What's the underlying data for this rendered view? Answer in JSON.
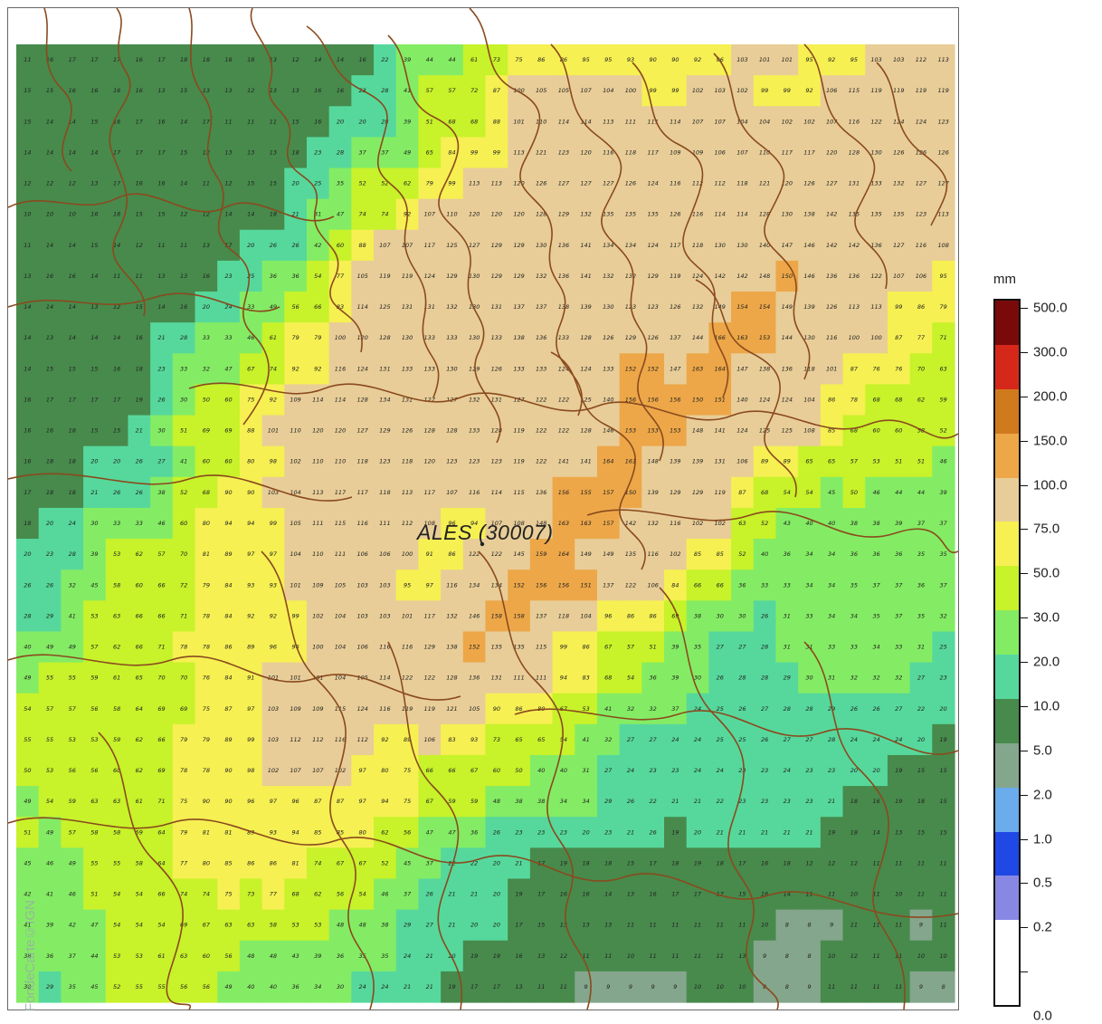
{
  "map": {
    "station_label": "ALES (30007)",
    "watermark": "FondeCarte©IGN"
  },
  "legend": {
    "unit": "mm",
    "classes": [
      {
        "label": "500.0",
        "color": "#7a0a0a"
      },
      {
        "label": "300.0",
        "color": "#d6281a"
      },
      {
        "label": "200.0",
        "color": "#d07a1e"
      },
      {
        "label": "150.0",
        "color": "#eda748"
      },
      {
        "label": "100.0",
        "color": "#e8cd98"
      },
      {
        "label": "75.0",
        "color": "#f6f052"
      },
      {
        "label": "50.0",
        "color": "#c8f22a"
      },
      {
        "label": "30.0",
        "color": "#84ec64"
      },
      {
        "label": "20.0",
        "color": "#56d89c"
      },
      {
        "label": "10.0",
        "color": "#478a4c"
      },
      {
        "label": "5.0",
        "color": "#84a68c"
      },
      {
        "label": "2.0",
        "color": "#6aacec"
      },
      {
        "label": "1.0",
        "color": "#1f48e4"
      },
      {
        "label": "0.5",
        "color": "#8888e4"
      },
      {
        "label": "0.2",
        "color": "#ffffff"
      },
      {
        "label": "0.0",
        "color": "#ffffff"
      }
    ]
  },
  "grid_rows": [
    [
      11,
      16,
      17,
      17,
      17,
      16,
      17,
      18,
      18,
      18,
      18,
      13,
      12,
      14,
      14,
      16,
      22,
      39,
      44,
      44,
      61,
      73,
      75,
      86,
      86,
      95,
      95,
      93,
      90,
      90,
      92,
      96,
      103,
      101,
      101,
      95,
      92,
      95,
      103,
      103,
      112,
      113
    ],
    [
      15,
      15,
      16,
      16,
      16,
      16,
      13,
      15,
      13,
      13,
      12,
      13,
      13,
      16,
      16,
      23,
      28,
      41,
      57,
      57,
      72,
      87,
      100,
      105,
      105,
      107,
      104,
      100,
      99,
      99,
      102,
      103,
      102,
      99,
      99,
      92,
      106,
      115,
      119,
      119,
      119,
      119
    ],
    [
      15,
      14,
      14,
      15,
      16,
      17,
      16,
      14,
      17,
      11,
      11,
      11,
      15,
      16,
      20,
      20,
      28,
      39,
      51,
      68,
      68,
      88,
      101,
      110,
      114,
      114,
      113,
      111,
      111,
      114,
      107,
      107,
      104,
      104,
      102,
      102,
      107,
      116,
      122,
      124,
      124,
      123
    ],
    [
      14,
      14,
      14,
      14,
      17,
      17,
      17,
      15,
      12,
      13,
      13,
      13,
      18,
      23,
      28,
      37,
      37,
      49,
      65,
      84,
      99,
      99,
      113,
      121,
      123,
      120,
      116,
      118,
      117,
      109,
      109,
      106,
      107,
      110,
      117,
      117,
      120,
      128,
      130,
      126,
      126,
      126
    ],
    [
      12,
      12,
      12,
      13,
      17,
      16,
      16,
      14,
      11,
      12,
      15,
      15,
      20,
      25,
      35,
      52,
      52,
      62,
      79,
      99,
      113,
      113,
      120,
      126,
      127,
      127,
      127,
      126,
      124,
      116,
      112,
      112,
      118,
      121,
      120,
      126,
      127,
      131,
      133,
      132,
      127,
      127
    ],
    [
      10,
      10,
      10,
      16,
      18,
      15,
      15,
      12,
      12,
      14,
      14,
      18,
      21,
      31,
      47,
      74,
      74,
      92,
      107,
      110,
      120,
      120,
      120,
      128,
      129,
      132,
      135,
      135,
      135,
      126,
      116,
      114,
      114,
      128,
      130,
      138,
      142,
      135,
      135,
      135,
      123,
      113
    ],
    [
      11,
      14,
      14,
      15,
      14,
      12,
      11,
      11,
      13,
      17,
      20,
      26,
      26,
      42,
      60,
      88,
      107,
      107,
      117,
      125,
      127,
      129,
      129,
      130,
      136,
      141,
      134,
      134,
      124,
      117,
      118,
      130,
      130,
      140,
      147,
      146,
      142,
      142,
      136,
      127,
      116,
      108
    ],
    [
      13,
      16,
      16,
      14,
      11,
      11,
      13,
      13,
      16,
      23,
      25,
      36,
      36,
      54,
      77,
      105,
      119,
      119,
      124,
      129,
      130,
      129,
      129,
      132,
      136,
      141,
      132,
      132,
      129,
      119,
      124,
      142,
      142,
      148,
      150,
      146,
      136,
      136,
      122,
      107,
      106,
      95
    ],
    [
      14,
      14,
      14,
      13,
      12,
      15,
      14,
      16,
      20,
      24,
      33,
      49,
      56,
      66,
      83,
      114,
      125,
      131,
      131,
      132,
      130,
      131,
      137,
      137,
      138,
      139,
      130,
      123,
      123,
      126,
      132,
      149,
      154,
      154,
      149,
      139,
      126,
      113,
      113,
      99,
      86,
      79
    ],
    [
      14,
      13,
      14,
      14,
      14,
      16,
      21,
      28,
      33,
      33,
      46,
      61,
      79,
      79,
      100,
      120,
      128,
      130,
      133,
      133,
      130,
      133,
      138,
      136,
      133,
      128,
      126,
      129,
      126,
      137,
      144,
      166,
      163,
      153,
      144,
      130,
      116,
      100,
      100,
      87,
      77,
      71
    ],
    [
      14,
      15,
      15,
      15,
      16,
      18,
      23,
      33,
      32,
      47,
      67,
      74,
      92,
      92,
      116,
      124,
      131,
      133,
      133,
      130,
      129,
      126,
      133,
      133,
      124,
      124,
      133,
      152,
      152,
      147,
      163,
      164,
      147,
      138,
      136,
      118,
      101,
      87,
      76,
      76,
      70,
      63
    ],
    [
      16,
      17,
      17,
      17,
      17,
      19,
      26,
      30,
      50,
      60,
      75,
      92,
      109,
      114,
      114,
      128,
      134,
      131,
      127,
      127,
      132,
      131,
      127,
      122,
      122,
      125,
      140,
      156,
      156,
      156,
      150,
      151,
      140,
      124,
      124,
      104,
      86,
      78,
      68,
      68,
      62,
      59
    ],
    [
      16,
      16,
      18,
      15,
      15,
      21,
      30,
      51,
      69,
      69,
      88,
      101,
      110,
      120,
      120,
      127,
      129,
      126,
      128,
      128,
      133,
      128,
      119,
      122,
      122,
      128,
      146,
      153,
      153,
      153,
      148,
      141,
      124,
      125,
      125,
      108,
      85,
      68,
      60,
      60,
      58,
      52
    ],
    [
      16,
      18,
      18,
      20,
      20,
      26,
      27,
      41,
      60,
      60,
      80,
      98,
      102,
      110,
      110,
      118,
      123,
      118,
      120,
      123,
      123,
      123,
      119,
      122,
      141,
      141,
      164,
      161,
      148,
      139,
      139,
      131,
      106,
      89,
      89,
      65,
      65,
      57,
      53,
      51,
      51,
      46
    ],
    [
      17,
      18,
      18,
      21,
      26,
      26,
      38,
      52,
      68,
      90,
      90,
      103,
      104,
      113,
      117,
      117,
      118,
      113,
      117,
      107,
      116,
      114,
      115,
      136,
      156,
      155,
      157,
      150,
      139,
      129,
      129,
      119,
      87,
      68,
      54,
      54,
      45,
      50,
      46,
      44,
      44,
      39
    ],
    [
      18,
      20,
      24,
      30,
      33,
      33,
      46,
      60,
      80,
      94,
      94,
      99,
      105,
      111,
      115,
      116,
      111,
      112,
      108,
      96,
      94,
      107,
      108,
      148,
      163,
      163,
      157,
      142,
      132,
      116,
      102,
      102,
      63,
      52,
      43,
      40,
      40,
      38,
      38,
      39,
      37,
      37
    ],
    [
      20,
      23,
      28,
      39,
      53,
      62,
      57,
      70,
      81,
      89,
      97,
      97,
      104,
      110,
      111,
      106,
      106,
      100,
      91,
      86,
      122,
      122,
      145,
      159,
      164,
      149,
      149,
      135,
      116,
      102,
      85,
      85,
      52,
      40,
      36,
      34,
      34,
      36,
      36,
      36,
      35,
      35
    ],
    [
      26,
      26,
      32,
      45,
      58,
      60,
      66,
      72,
      79,
      84,
      93,
      93,
      101,
      109,
      105,
      103,
      103,
      95,
      97,
      116,
      134,
      134,
      152,
      156,
      156,
      151,
      137,
      122,
      106,
      84,
      66,
      66,
      36,
      33,
      33,
      34,
      34,
      35,
      37,
      37,
      36,
      37
    ],
    [
      28,
      29,
      41,
      53,
      63,
      66,
      66,
      71,
      78,
      84,
      92,
      92,
      99,
      102,
      104,
      103,
      103,
      101,
      117,
      132,
      146,
      158,
      158,
      137,
      118,
      104,
      96,
      86,
      86,
      69,
      38,
      30,
      30,
      26,
      31,
      33,
      34,
      34,
      35,
      37,
      35,
      32
    ],
    [
      40,
      49,
      49,
      57,
      62,
      66,
      71,
      78,
      78,
      86,
      89,
      96,
      96,
      100,
      104,
      106,
      116,
      116,
      129,
      138,
      152,
      135,
      135,
      115,
      99,
      86,
      67,
      57,
      51,
      39,
      35,
      27,
      27,
      28,
      31,
      31,
      33,
      33,
      34,
      33,
      31,
      25
    ],
    [
      49,
      55,
      55,
      59,
      61,
      65,
      70,
      70,
      76,
      84,
      91,
      101,
      101,
      101,
      104,
      105,
      114,
      122,
      122,
      128,
      136,
      131,
      111,
      111,
      94,
      83,
      68,
      54,
      36,
      39,
      30,
      26,
      28,
      28,
      29,
      30,
      31,
      32,
      32,
      32,
      27,
      23
    ],
    [
      54,
      57,
      57,
      56,
      58,
      64,
      69,
      69,
      75,
      87,
      97,
      103,
      109,
      109,
      115,
      124,
      116,
      119,
      119,
      121,
      105,
      90,
      86,
      80,
      67,
      53,
      41,
      32,
      32,
      37,
      24,
      25,
      26,
      27,
      28,
      28,
      29,
      26,
      26,
      27,
      22,
      20
    ],
    [
      55,
      55,
      53,
      53,
      59,
      62,
      66,
      79,
      79,
      89,
      99,
      103,
      112,
      112,
      116,
      112,
      92,
      89,
      106,
      83,
      93,
      73,
      65,
      65,
      54,
      41,
      32,
      27,
      27,
      24,
      24,
      25,
      25,
      26,
      27,
      27,
      28,
      24,
      24,
      24,
      20,
      19
    ],
    [
      50,
      53,
      56,
      56,
      60,
      62,
      69,
      78,
      78,
      90,
      98,
      102,
      107,
      107,
      102,
      97,
      80,
      75,
      66,
      66,
      67,
      60,
      50,
      40,
      40,
      31,
      27,
      24,
      23,
      23,
      24,
      24,
      23,
      23,
      24,
      23,
      23,
      20,
      20,
      19,
      15,
      15
    ],
    [
      49,
      54,
      59,
      63,
      63,
      61,
      71,
      75,
      90,
      90,
      96,
      97,
      96,
      87,
      87,
      97,
      94,
      75,
      67,
      59,
      59,
      48,
      38,
      38,
      34,
      34,
      29,
      26,
      22,
      21,
      21,
      22,
      23,
      23,
      23,
      23,
      21,
      18,
      16,
      19,
      18,
      15
    ],
    [
      51,
      49,
      57,
      58,
      58,
      59,
      64,
      79,
      81,
      81,
      89,
      93,
      94,
      85,
      85,
      80,
      62,
      56,
      47,
      47,
      36,
      26,
      23,
      23,
      23,
      20,
      23,
      21,
      26,
      19,
      20,
      21,
      21,
      21,
      21,
      21,
      19,
      18,
      14,
      13,
      15,
      15
    ],
    [
      45,
      46,
      49,
      55,
      55,
      58,
      64,
      77,
      80,
      85,
      86,
      86,
      81,
      74,
      67,
      67,
      52,
      45,
      37,
      22,
      22,
      20,
      21,
      17,
      19,
      18,
      18,
      15,
      17,
      18,
      19,
      18,
      17,
      16,
      18,
      12,
      12,
      12,
      11,
      11,
      11,
      11
    ],
    [
      42,
      41,
      46,
      51,
      54,
      54,
      66,
      74,
      74,
      75,
      73,
      77,
      68,
      62,
      56,
      54,
      46,
      37,
      26,
      21,
      21,
      20,
      19,
      17,
      16,
      16,
      14,
      13,
      16,
      17,
      17,
      17,
      15,
      16,
      14,
      11,
      11,
      10,
      11,
      10,
      11,
      11
    ],
    [
      41,
      39,
      42,
      47,
      54,
      54,
      54,
      69,
      67,
      63,
      63,
      58,
      53,
      53,
      48,
      48,
      38,
      29,
      27,
      21,
      20,
      20,
      17,
      15,
      13,
      13,
      13,
      11,
      11,
      11,
      11,
      11,
      11,
      10,
      8,
      8,
      9,
      11,
      11,
      11,
      9,
      11
    ],
    [
      38,
      36,
      37,
      44,
      53,
      53,
      61,
      63,
      60,
      56,
      48,
      48,
      43,
      39,
      36,
      35,
      35,
      24,
      21,
      20,
      19,
      19,
      16,
      13,
      12,
      11,
      11,
      10,
      11,
      11,
      11,
      11,
      13,
      9,
      8,
      8,
      10,
      12,
      11,
      11,
      10,
      10
    ],
    [
      30,
      29,
      35,
      45,
      52,
      55,
      55,
      56,
      56,
      49,
      40,
      40,
      36,
      34,
      30,
      24,
      24,
      21,
      21,
      19,
      17,
      17,
      13,
      11,
      11,
      9,
      9,
      9,
      9,
      9,
      10,
      10,
      10,
      9,
      8,
      9,
      11,
      11,
      11,
      11,
      9,
      8
    ]
  ]
}
